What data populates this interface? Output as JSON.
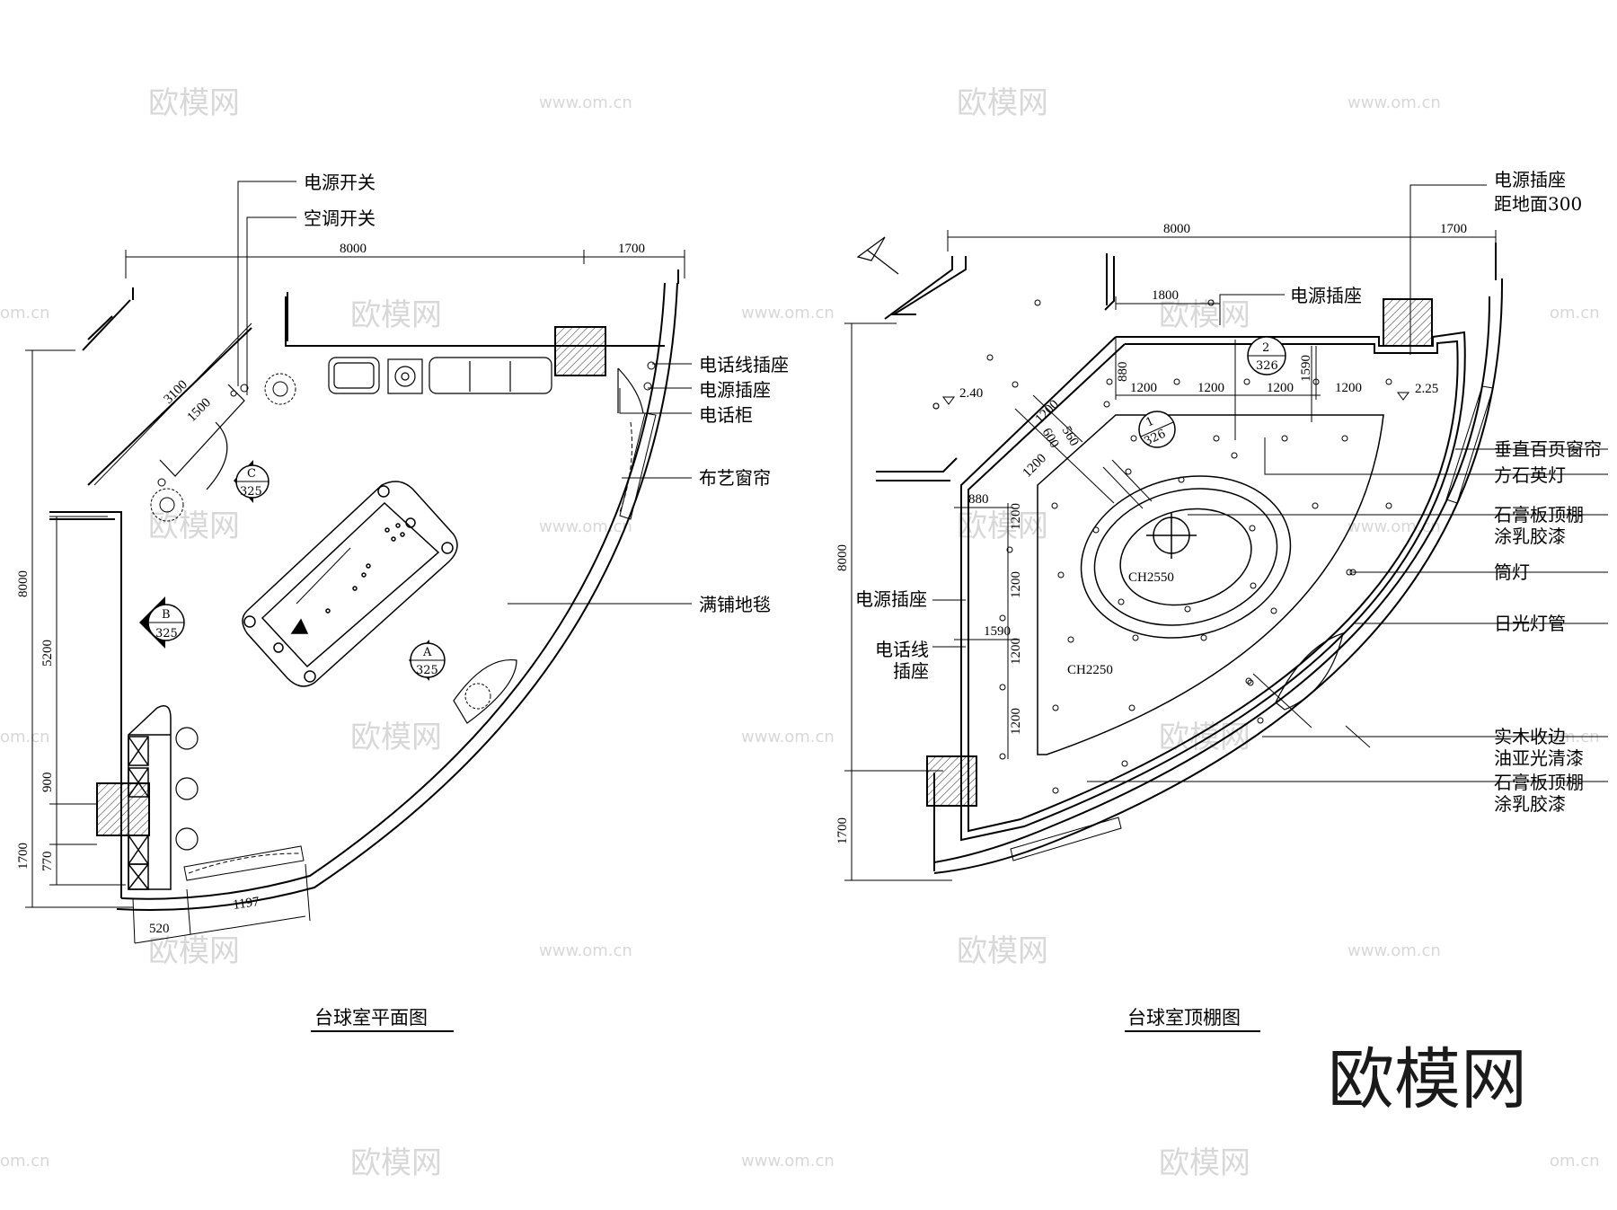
{
  "watermarks": {
    "brand": "欧模网",
    "url": "www.om.cn",
    "url_partial": "om.cn"
  },
  "corner_logo": "欧模网",
  "plan": {
    "title": "台球室平面图",
    "labels": {
      "power_switch": "电源开关",
      "ac_switch": "空调开关",
      "phone_socket": "电话线插座",
      "power_socket": "电源插座",
      "phone_cabinet": "电话柜",
      "fabric_curtain": "布艺窗帘",
      "full_carpet": "满铺地毯"
    },
    "dims": {
      "top_8000": "8000",
      "top_1700": "1700",
      "d3100": "3100",
      "d1500": "1500",
      "left_8000": "8000",
      "left_5200": "5200",
      "left_900": "900",
      "left_770": "770",
      "left_1700": "1700",
      "bot_520": "520",
      "bot_1197": "1197"
    },
    "markers": [
      {
        "letter": "C",
        "num": "325"
      },
      {
        "letter": "B",
        "num": "325"
      },
      {
        "letter": "A",
        "num": "325"
      }
    ]
  },
  "ceiling": {
    "title": "台球室顶棚图",
    "labels": {
      "power_socket_h1": "电源插座",
      "power_socket_h2": "距地面300",
      "power_socket": "电源插座",
      "vertical_blind": "垂直百页窗帘",
      "quartz_lamp": "方石英灯",
      "gypsum1_a": "石膏板顶棚",
      "gypsum1_b": "涂乳胶漆",
      "downlight": "筒灯",
      "fluorescent": "日光灯管",
      "wood_trim_a": "实木收边",
      "wood_trim_b": "油亚光清漆",
      "gypsum2_a": "石膏板顶棚",
      "gypsum2_b": "涂乳胶漆",
      "left_power_socket": "电源插座",
      "left_phone_a": "电话线",
      "left_phone_b": "插座"
    },
    "dims": {
      "top_8000": "8000",
      "top_1700": "1700",
      "d1800": "1800",
      "d880_top": "880",
      "d1590_top": "1590",
      "h1200_1": "1200",
      "h1200_2": "1200",
      "h1200_3": "1200",
      "h1200_4": "1200",
      "d600": "600",
      "d560": "560",
      "diag1200a": "1200",
      "diag1200b": "1200",
      "d880_left": "880",
      "v1200_1": "1200",
      "v1200_2": "1200",
      "v1200_3": "1200",
      "v1200_4": "1200",
      "d1590_left": "1590",
      "left_8000": "8000",
      "left_1700": "1700",
      "ch2550": "CH2550",
      "ch2250": "CH2250",
      "lvl_240": "2.40",
      "lvl_225": "2.25"
    },
    "markers": [
      {
        "num": "2",
        "ref": "326"
      },
      {
        "num": "1",
        "ref": "326"
      }
    ]
  }
}
